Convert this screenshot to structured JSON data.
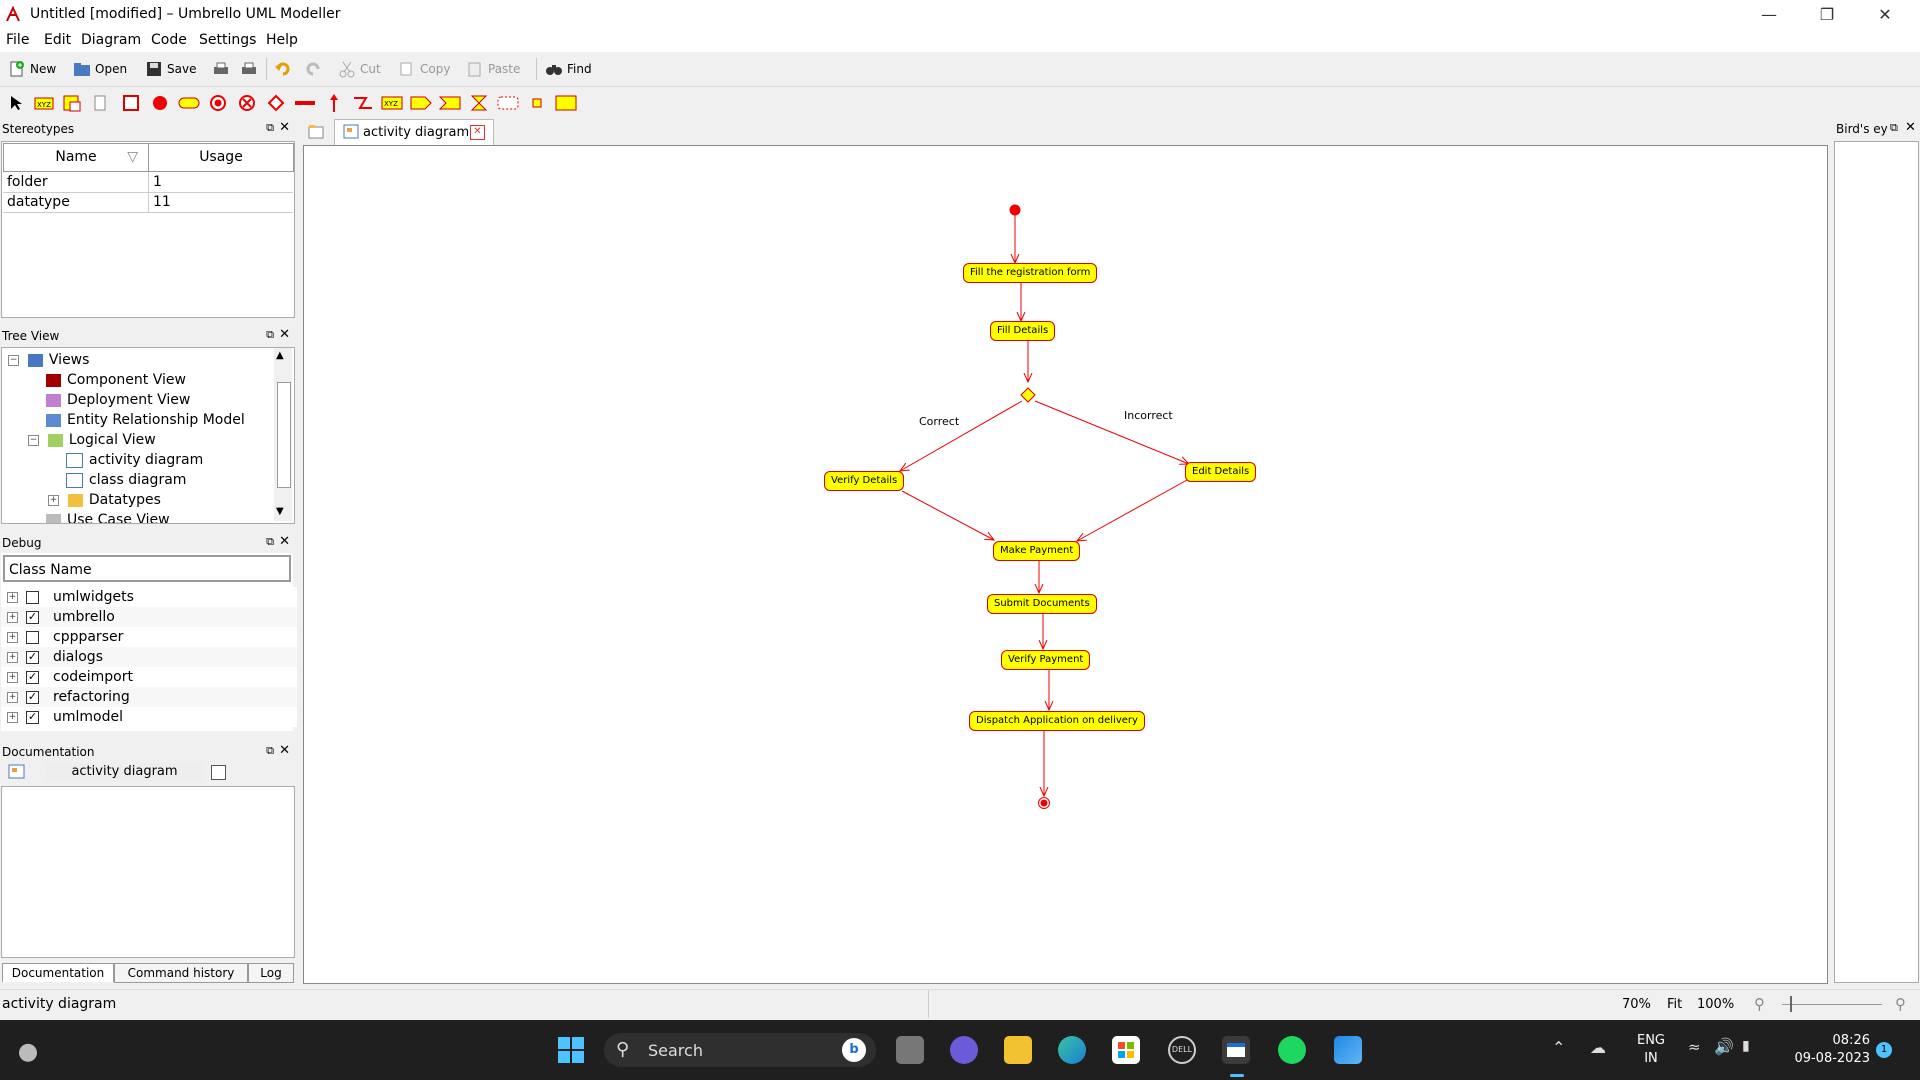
{
  "window": {
    "title": "Untitled [modified] – Umbrello UML Modeller"
  },
  "menu": [
    "File",
    "Edit",
    "Diagram",
    "Code",
    "Settings",
    "Help"
  ],
  "toolbar": {
    "new": "New",
    "open": "Open",
    "save": "Save",
    "cut": "Cut",
    "copy": "Copy",
    "paste": "Paste",
    "find": "Find"
  },
  "stereotypes": {
    "title": "Stereotypes",
    "columns": [
      "Name",
      "Usage"
    ],
    "rows": [
      {
        "name": "folder",
        "usage": "1"
      },
      {
        "name": "datatype",
        "usage": "11"
      }
    ]
  },
  "tree_view": {
    "title": "Tree View",
    "items": [
      "Views",
      "Component View",
      "Deployment View",
      "Entity Relationship Model",
      "Logical View",
      "activity diagram",
      "class diagram",
      "Datatypes",
      "Use Case View"
    ]
  },
  "debug": {
    "title": "Debug",
    "column": "Class Name",
    "items": [
      {
        "name": "umlwidgets",
        "checked": false
      },
      {
        "name": "umbrello",
        "checked": true
      },
      {
        "name": "cppparser",
        "checked": false
      },
      {
        "name": "dialogs",
        "checked": true
      },
      {
        "name": "codeimport",
        "checked": true
      },
      {
        "name": "refactoring",
        "checked": true
      },
      {
        "name": "umlmodel",
        "checked": true
      }
    ]
  },
  "documentation": {
    "title": "Documentation",
    "selected": "activity diagram"
  },
  "bottom_tabs": [
    "Documentation",
    "Command history",
    "Log"
  ],
  "diagram_tab": "activity diagram",
  "birds_eye": "Bird's eye",
  "diagram": {
    "activities": [
      "Fill the registration form",
      "Fill Details",
      "Verify Details",
      "Edit Details",
      "Make Payment",
      "Submit Documents",
      "Verify Payment",
      "Dispatch Application on delivery"
    ],
    "guards": [
      "Correct",
      "Incorrect"
    ]
  },
  "status": {
    "text": "activity diagram",
    "zoom": "70%",
    "fit": "Fit",
    "full": "100%"
  },
  "taskbar": {
    "search": "Search",
    "lang1": "ENG",
    "lang2": "IN",
    "time": "08:26",
    "date": "09-08-2023",
    "badge": "1"
  }
}
